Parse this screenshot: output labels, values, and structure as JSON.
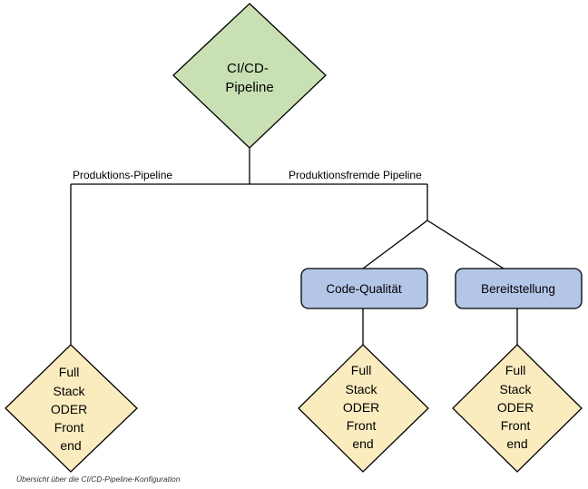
{
  "root": {
    "lines": [
      "CI/CD-",
      "Pipeline"
    ]
  },
  "branches": {
    "production": "Produktions-Pipeline",
    "non_production": "Produktionsfremde Pipeline"
  },
  "stages": {
    "code_quality": "Code-Qualität",
    "deployment": "Bereitstellung"
  },
  "leaf": {
    "lines": [
      "Full",
      "Stack",
      "ODER",
      "Front",
      "end"
    ]
  },
  "caption": "Übersicht über die CI/CD-Pipeline-Konfiguration",
  "colors": {
    "root_fill": "#c9e0b4",
    "stage_fill": "#b4c6e7",
    "leaf_fill": "#fbecbf",
    "stroke": "#000000"
  }
}
